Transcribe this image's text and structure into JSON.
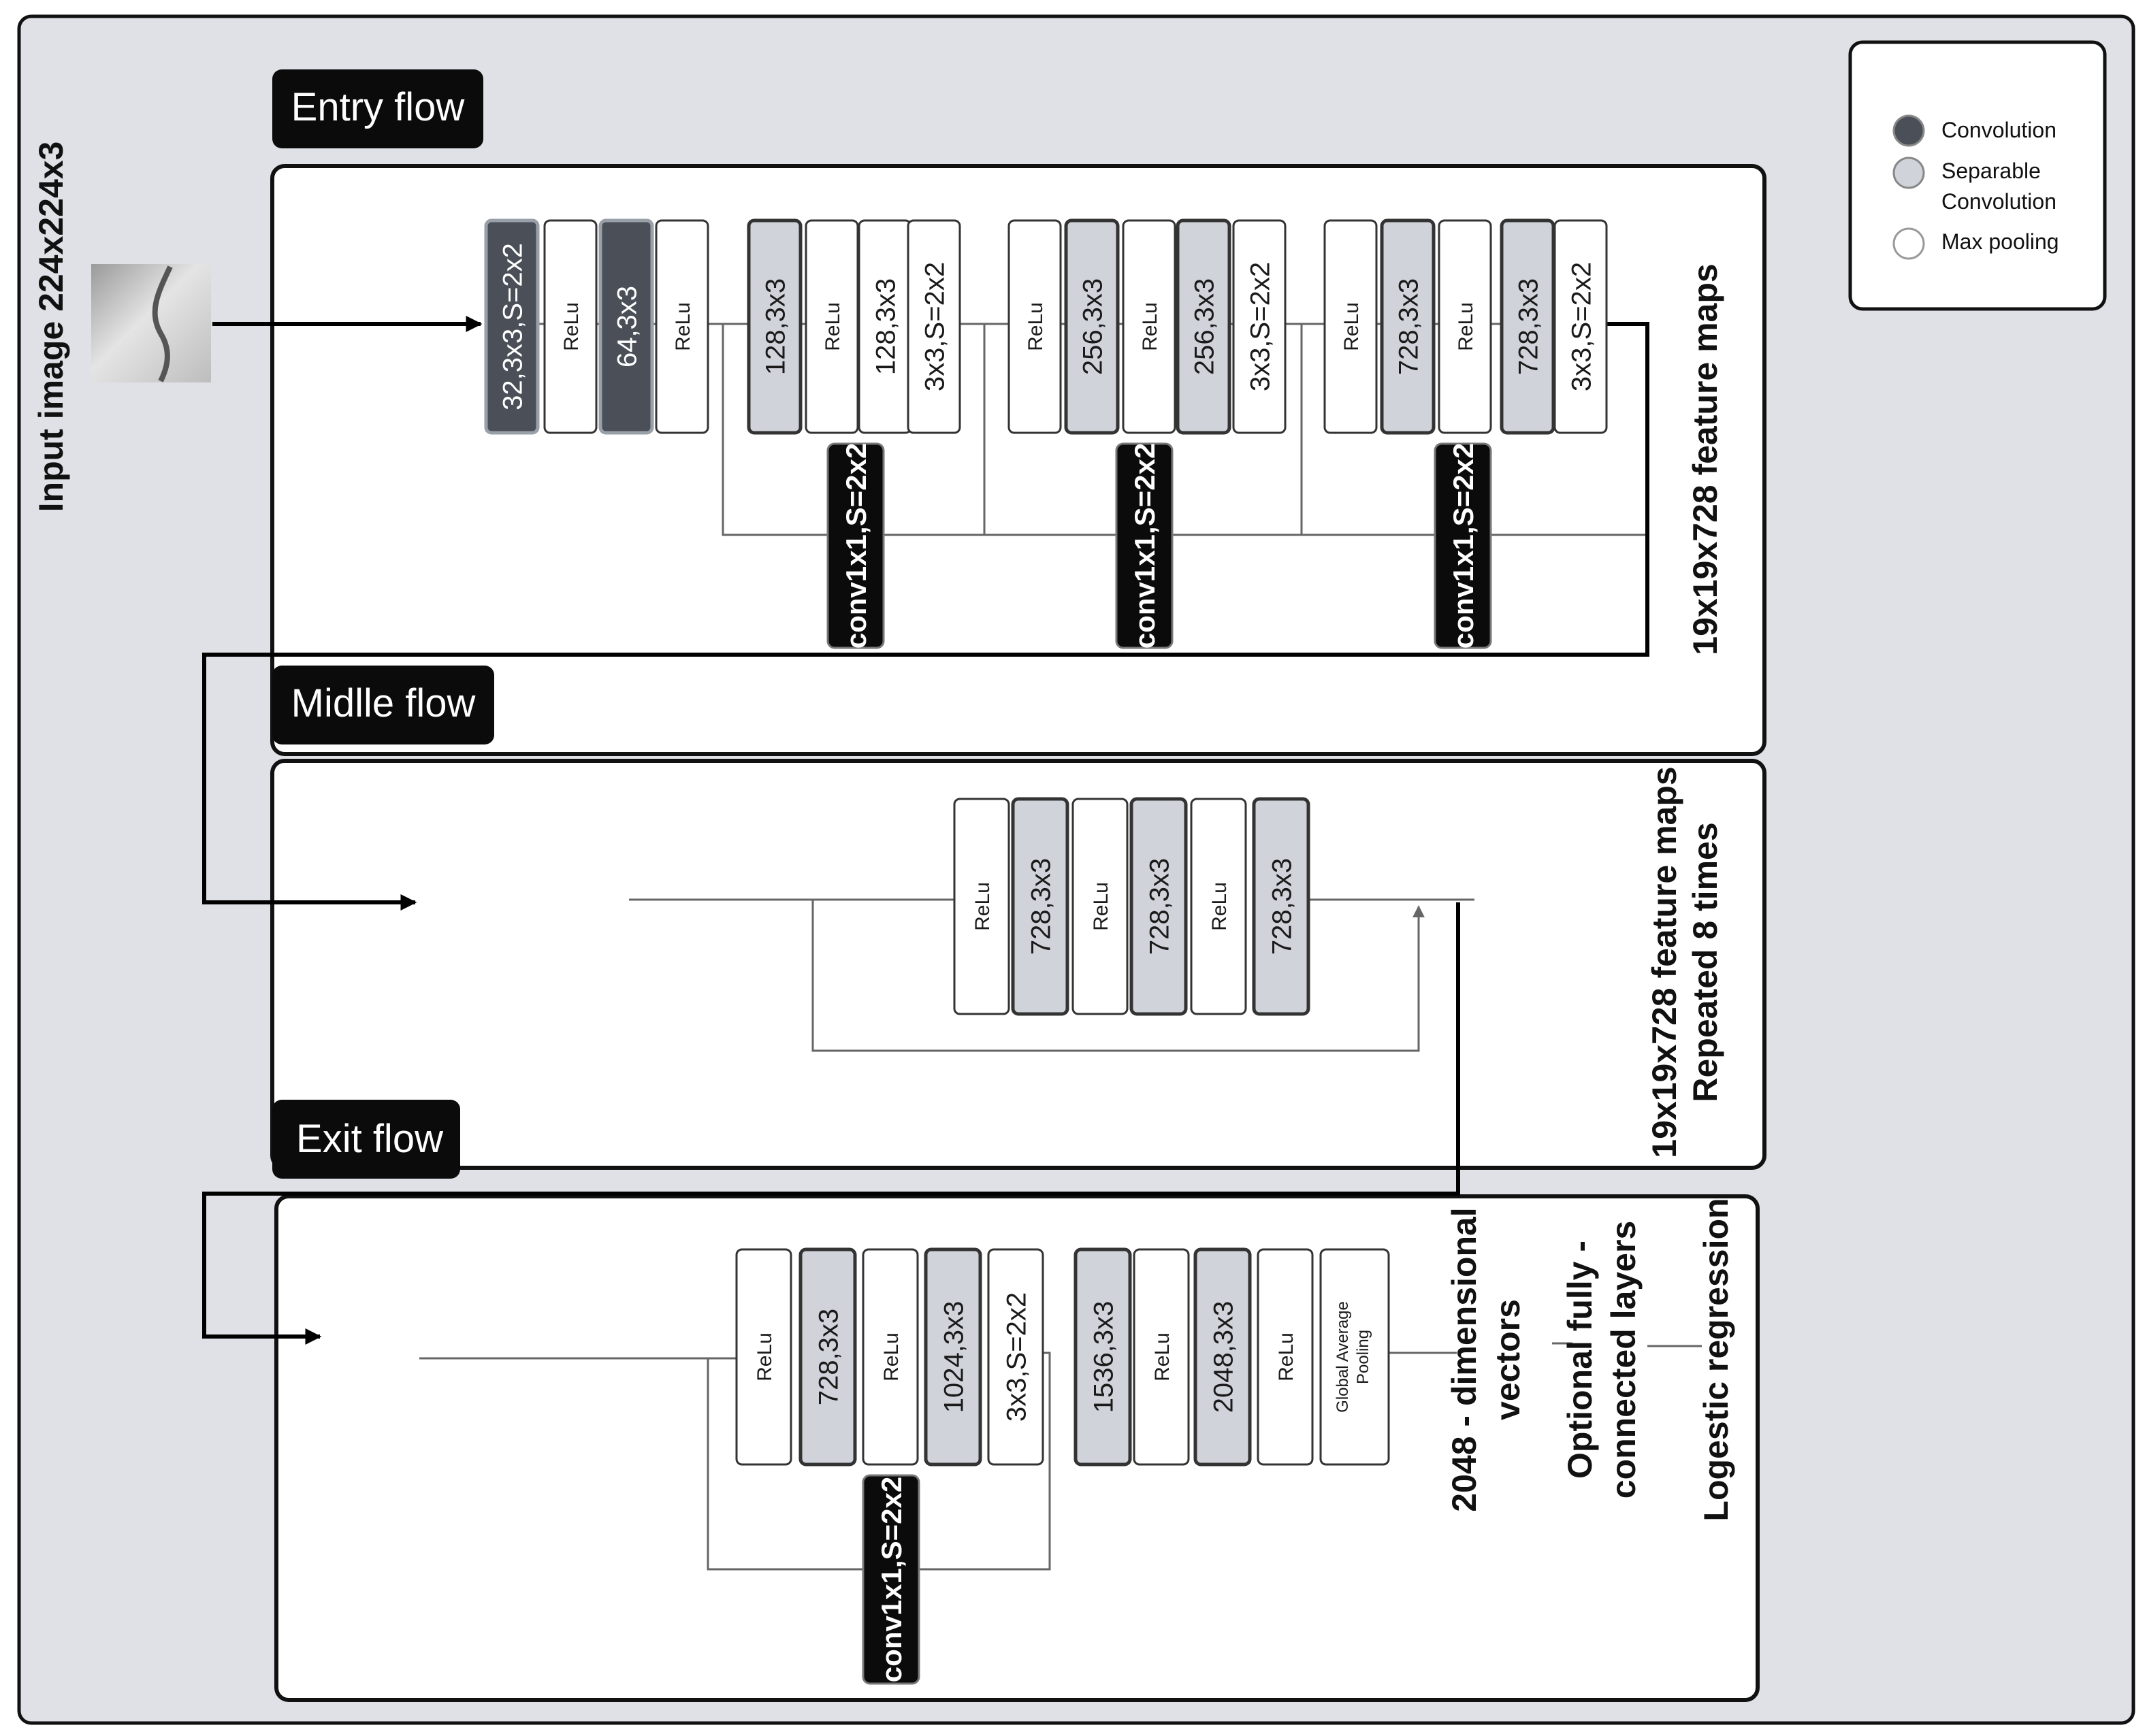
{
  "input": {
    "label": "Input image 224x224x3"
  },
  "legend": {
    "items": [
      {
        "label": "Convolution",
        "kind": "conv"
      },
      {
        "label": "Separable Convolution",
        "kind": "sep"
      },
      {
        "label": "Max pooling",
        "kind": "pool"
      }
    ]
  },
  "colors": {
    "background": "#dfe1e6",
    "panel": "#ffffff",
    "conv": "#4b5058",
    "separable": "#d0d4da",
    "pooling": "#ffffff",
    "title_tab": "#0b0b0b"
  },
  "entry_flow": {
    "title": "Entry flow",
    "output_label": "19x19x728 feature maps",
    "blocks": [
      {
        "label": "32,3x3,S=2x2",
        "kind": "conv"
      },
      {
        "label": "ReLu",
        "kind": "pool"
      },
      {
        "label": "64,3x3",
        "kind": "conv"
      },
      {
        "label": "ReLu",
        "kind": "pool"
      },
      {
        "label": "128,3x3",
        "kind": "sep"
      },
      {
        "label": "ReLu",
        "kind": "pool"
      },
      {
        "label": "128,3x3",
        "kind": "pool"
      },
      {
        "label": "3x3,S=2x2",
        "kind": "pool"
      },
      {
        "label": "ReLu",
        "kind": "pool"
      },
      {
        "label": "256,3x3",
        "kind": "sep"
      },
      {
        "label": "ReLu",
        "kind": "pool"
      },
      {
        "label": "256,3x3",
        "kind": "sep"
      },
      {
        "label": "3x3,S=2x2",
        "kind": "pool"
      },
      {
        "label": "ReLu",
        "kind": "pool"
      },
      {
        "label": "728,3x3",
        "kind": "sep"
      },
      {
        "label": "ReLu",
        "kind": "pool"
      },
      {
        "label": "728,3x3",
        "kind": "sep"
      },
      {
        "label": "3x3,S=2x2",
        "kind": "pool"
      }
    ],
    "shortcuts": [
      "conv1x1,S=2x2",
      "conv1x1,S=2x2",
      "conv1x1,S=2x2"
    ]
  },
  "middle_flow": {
    "title": "Midlle flow",
    "output_label": "19x19x728 feature maps",
    "repeat_label": "Repeated 8 times",
    "blocks": [
      {
        "label": "ReLu",
        "kind": "pool"
      },
      {
        "label": "728,3x3",
        "kind": "sep"
      },
      {
        "label": "ReLu",
        "kind": "pool"
      },
      {
        "label": "728,3x3",
        "kind": "sep"
      },
      {
        "label": "ReLu",
        "kind": "pool"
      },
      {
        "label": "728,3x3",
        "kind": "sep"
      }
    ]
  },
  "exit_flow": {
    "title": "Exit flow",
    "blocks": [
      {
        "label": "ReLu",
        "kind": "pool"
      },
      {
        "label": "728,3x3",
        "kind": "sep"
      },
      {
        "label": "ReLu",
        "kind": "pool"
      },
      {
        "label": "1024,3x3",
        "kind": "sep"
      },
      {
        "label": "3x3,S=2x2",
        "kind": "pool"
      },
      {
        "label": "1536,3x3",
        "kind": "sep"
      },
      {
        "label": "ReLu",
        "kind": "pool"
      },
      {
        "label": "2048,3x3",
        "kind": "sep"
      },
      {
        "label": "ReLu",
        "kind": "pool"
      },
      {
        "label": "Global Average Pooling",
        "kind": "pool"
      }
    ],
    "shortcut": "conv1x1,S=2x2",
    "outputs": [
      [
        "2048 - dimensional",
        "vectors"
      ],
      [
        "Optional fully -",
        "connected layers"
      ],
      [
        "Logestic regression"
      ]
    ]
  }
}
